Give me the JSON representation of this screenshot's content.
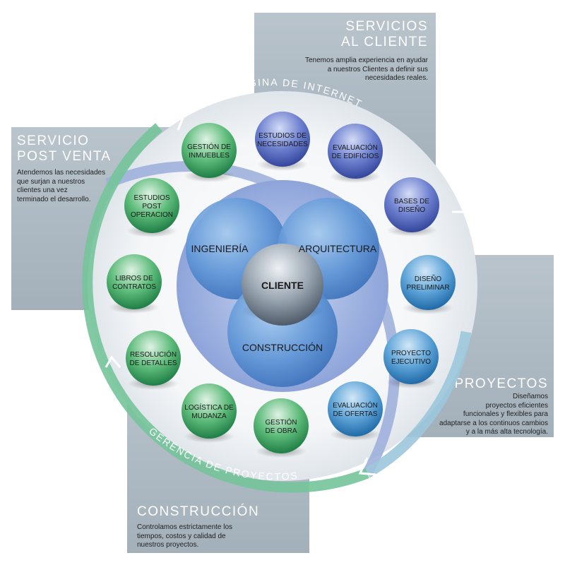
{
  "panels": {
    "servicios": {
      "title_line1": "SERVICIOS",
      "title_line2": "AL CLIENTE",
      "text_lines": [
        "Tenemos amplia experiencia en ayudar",
        "a nuestros Clientes a definir sus",
        "necesidades reales."
      ]
    },
    "post_venta": {
      "title_line1": "SERVICIO",
      "title_line2": "POST VENTA",
      "text_lines": [
        "Atendemos las necesidades",
        "que surjan a nuestros",
        "clientes una vez",
        "terminado el desarrollo."
      ]
    },
    "proyectos": {
      "title": "PROYECTOS",
      "text_lines": [
        "Diseñamos",
        "proyectos eficientes",
        "funcionales y flexibles para",
        "adaptarse a los continuos cambios",
        "y a la más alta tecnología."
      ]
    },
    "construccion": {
      "title": "CONSTRUCCIÓN",
      "text_lines": [
        "Controlamos estrictamente los",
        "tiempos, costos y calidad de",
        "nuestros proyectos."
      ]
    }
  },
  "ring_labels": {
    "top": "PÁGINA DE INTERNET",
    "bottom": "GERENCIA DE PROYECTOS"
  },
  "center": {
    "ingenieria": "INGENIERÍA",
    "arquitectura": "ARQUITECTURA",
    "construccion": "CONSTRUCCIÓN",
    "cliente": "CLIENTE"
  },
  "bubbles": [
    {
      "lines": [
        "ESTUDIOS DE",
        "NECESIDADES"
      ],
      "group": "blue-dark"
    },
    {
      "lines": [
        "EVALUACIÓN",
        "DE EDIFICIOS"
      ],
      "group": "blue-dark"
    },
    {
      "lines": [
        "BASES DE",
        "DISEÑO"
      ],
      "group": "blue-dark"
    },
    {
      "lines": [
        "DISEÑO",
        "PRELIMINAR"
      ],
      "group": "blue-light"
    },
    {
      "lines": [
        "PROYECTO",
        "EJECUTIVO"
      ],
      "group": "blue-light"
    },
    {
      "lines": [
        "EVALUACIÓN",
        "DE OFERTAS"
      ],
      "group": "blue-light"
    },
    {
      "lines": [
        "GESTIÓN",
        "DE OBRA"
      ],
      "group": "green"
    },
    {
      "lines": [
        "LOGÍSTICA DE",
        "MUDANZA"
      ],
      "group": "green"
    },
    {
      "lines": [
        "RESOLUCIÓN",
        "DE DETALLES"
      ],
      "group": "green"
    },
    {
      "lines": [
        "LIBROS DE",
        "CONTRATOS"
      ],
      "group": "green"
    },
    {
      "lines": [
        "ESTUDIOS",
        "POST",
        "OPERACION"
      ],
      "group": "green"
    },
    {
      "lines": [
        "GESTIÓN DE",
        "INMUEBLES"
      ],
      "group": "green"
    }
  ],
  "colors": {
    "panel": "#a9b5be",
    "ring_blue": "#8fa3d6",
    "ring_green": "#5fb98c",
    "bubble_blue_dark": "#4a5fb5",
    "bubble_blue_light": "#3f86c4",
    "bubble_green": "#2e9a5a",
    "center_blue": "#6f9fd9"
  }
}
